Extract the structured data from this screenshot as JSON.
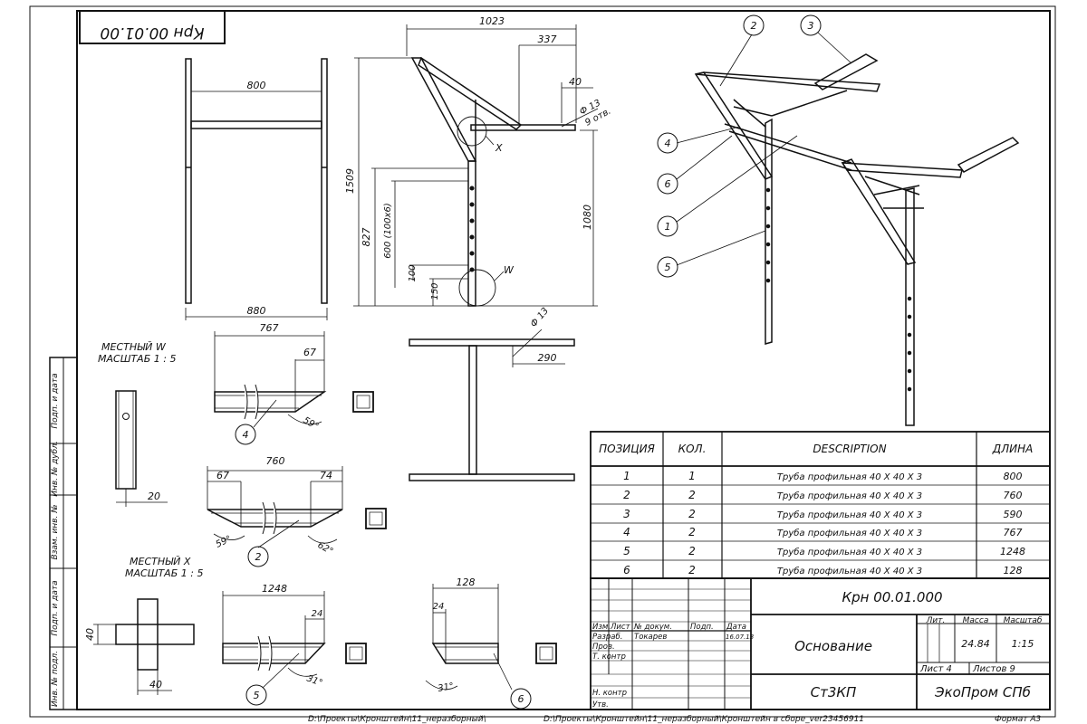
{
  "stamp": {
    "code_rotated": "Крн 00.01.00"
  },
  "dims": {
    "d1023": "1023",
    "d337": "337",
    "d40": "40",
    "d_phi13": "Ф 13",
    "d_9otv": "9 отв.",
    "d800": "800",
    "d880": "880",
    "d1509": "1509",
    "d827": "827",
    "d600": "600 (100х6)",
    "d1080": "1080",
    "d100": "100",
    "d150": "150",
    "d290": "290",
    "d_phi13b": "Ф 13",
    "d767": "767",
    "d67a": "67",
    "d760": "760",
    "d67b": "67",
    "d74": "74",
    "d20": "20",
    "d40x": "40",
    "d40y": "40",
    "d1248": "1248",
    "d24a": "24",
    "d128": "128",
    "d24b": "24",
    "a59a": "59°",
    "a59b": "59°",
    "a62": "62°",
    "a31a": "31°",
    "a31b": "31°"
  },
  "callouts": {
    "x": "X",
    "w": "W"
  },
  "local_w": {
    "line1": "МЕСТНЫЙ W",
    "line2": "МАСШТАБ 1 : 5"
  },
  "local_x": {
    "line1": "МЕСТНЫЙ Х",
    "line2": "МАСШТАБ 1 : 5"
  },
  "balloons": [
    "1",
    "2",
    "3",
    "4",
    "5",
    "6"
  ],
  "side_labels": [
    "Подп. и дата",
    "Инв. № дубл.",
    "Взам. инв. №",
    "Подп. и дата",
    "Инв. № подл."
  ],
  "parts_table": {
    "headers": [
      "ПОЗИЦИЯ",
      "КОЛ.",
      "DESCRIPTION",
      "ДЛИНА"
    ],
    "rows": [
      [
        "1",
        "1",
        "Труба профильная 40 Х 40 Х 3",
        "800"
      ],
      [
        "2",
        "2",
        "Труба профильная 40 Х 40 Х 3",
        "760"
      ],
      [
        "3",
        "2",
        "Труба профильная 40 Х 40 Х 3",
        "590"
      ],
      [
        "4",
        "2",
        "Труба профильная 40 Х 40 Х 3",
        "767"
      ],
      [
        "5",
        "2",
        "Труба профильная 40 Х 40 Х 3",
        "1248"
      ],
      [
        "6",
        "2",
        "Труба профильная 40 Х 40 Х 3",
        "128"
      ]
    ]
  },
  "title_block": {
    "code": "Крн 00.01.000",
    "name": "Основание",
    "material": "Ст3КП",
    "org": "ЭкоПром СПб",
    "lit_label": "Лит.",
    "mass_label": "Масса",
    "scale_label": "Масштаб",
    "mass": "24.84",
    "scale": "1:15",
    "sheet": "Лист 4",
    "sheets": "Листов 9",
    "col_izm": "Изм.",
    "col_list": "Лист",
    "col_doc": "№ докум.",
    "col_sign": "Подп.",
    "col_date": "Дата",
    "razrab": "Разраб.",
    "razrab_name": "Токарев",
    "razrab_date": "16.07.13",
    "prov": "Пров.",
    "tkontr": "Т. контр",
    "nkontr": "Н. контр",
    "utv": "Утв."
  },
  "footer": {
    "path1": "D:\\Проекты\\Кронштейн\\11_неразборный\\",
    "path2": "D:\\Проекты\\Кронштейн\\11_неразборный\\Кронштейн в сборе_ver23456911",
    "format": "Формат А3"
  }
}
